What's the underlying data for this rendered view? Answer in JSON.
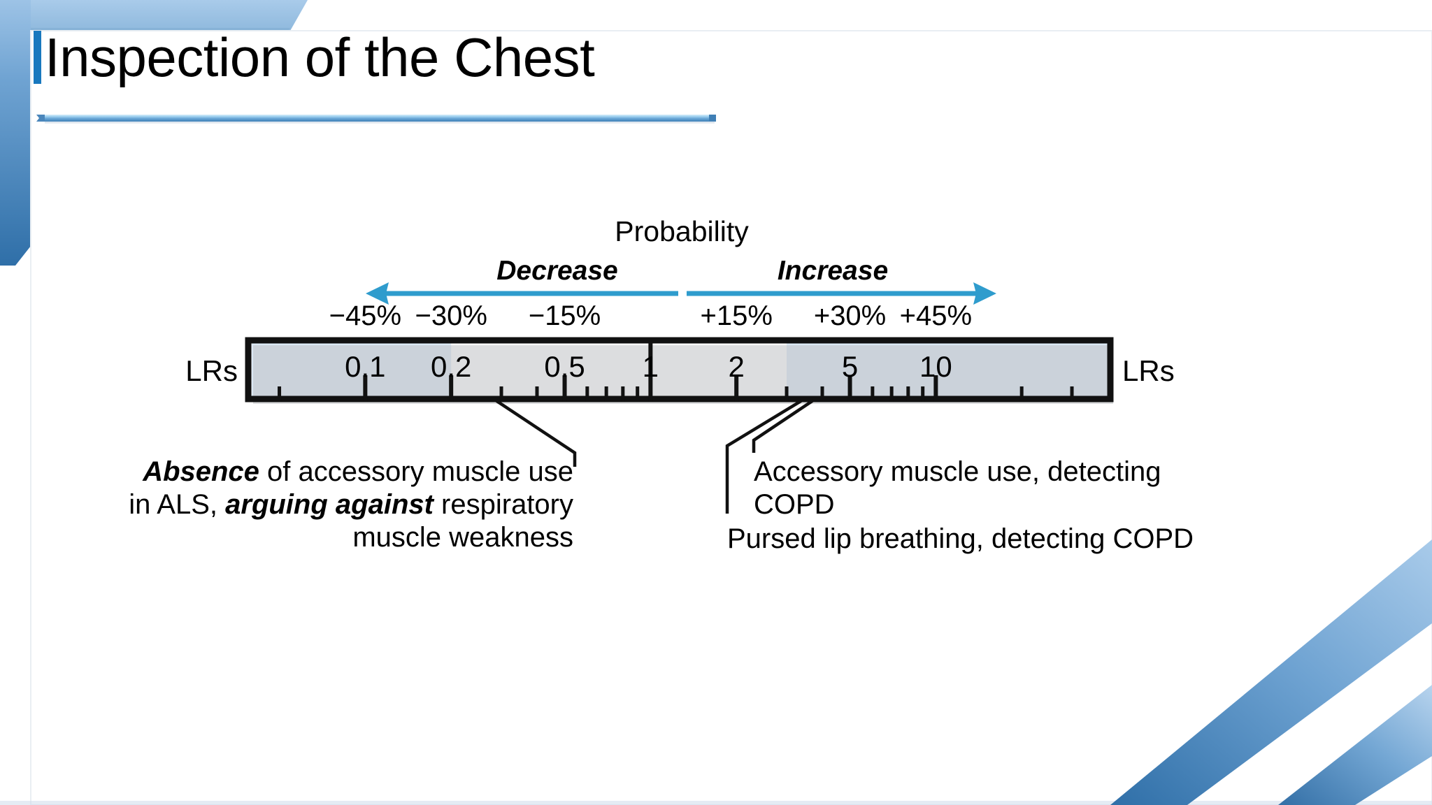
{
  "slide": {
    "title": "Inspection of the Chest",
    "title_accent_color": "#1878be",
    "background_color": "#ffffff",
    "decoration": {
      "frame_band_color_light": "#9dc3e6",
      "frame_band_color_dark": "#2e75b6",
      "corner_stripe_color": "#5b9bd5",
      "rule_color_light": "#bfe0f5",
      "rule_color_dark": "#2e75b6"
    }
  },
  "chart_data": {
    "type": "scatter",
    "title": "Probability",
    "subtitle": "",
    "xlabel": "LRs",
    "ylabel": "",
    "axis_left_label": "LRs",
    "axis_right_label": "LRs",
    "direction_labels": {
      "left": "Decrease",
      "right": "Increase"
    },
    "probability_ticks": [
      "−45%",
      "−30%",
      "−15%",
      "+15%",
      "+30%",
      "+45%"
    ],
    "probability_tick_lrs": [
      0.1,
      0.2,
      0.5,
      2,
      5,
      10
    ],
    "lr_major_labels": [
      "0.1",
      "0.2",
      "0.5",
      "1",
      "2",
      "5",
      "10"
    ],
    "lr_major_values": [
      0.1,
      0.2,
      0.5,
      1,
      2,
      5,
      10
    ],
    "lr_minor_values": [
      0.05,
      0.3,
      0.4,
      0.6,
      0.7,
      0.8,
      0.9,
      3,
      4,
      6,
      7,
      8,
      9,
      20,
      30
    ],
    "xlim": [
      0.04,
      40
    ],
    "scale": "log",
    "grid": false,
    "legend": false,
    "shaded_bands": [
      {
        "name": "decrease-significant",
        "from": 0.04,
        "to": 0.2,
        "color": "#dce9f5"
      },
      {
        "name": "increase-significant",
        "from": 3,
        "to": 40,
        "color": "#dce9f5"
      }
    ],
    "annotations": [
      {
        "id": "absence-accessory-muscle",
        "lr_value": 0.2,
        "side": "left",
        "lines": [
          [
            {
              "text": "Absence",
              "italic": true
            },
            {
              "text": " of accessory muscle use",
              "italic": false
            }
          ],
          [
            {
              "text": "in ALS, ",
              "italic": false
            },
            {
              "text": "arguing against",
              "italic": true
            },
            {
              "text": " respiratory",
              "italic": false
            }
          ],
          [
            {
              "text": "muscle weakness",
              "italic": false
            }
          ]
        ],
        "align": "right"
      },
      {
        "id": "accessory-muscle-use-copd",
        "lr_value": 3.0,
        "side": "right",
        "lines": [
          [
            {
              "text": "Accessory muscle use, detecting",
              "italic": false
            }
          ],
          [
            {
              "text": "COPD",
              "italic": false
            }
          ]
        ],
        "align": "left"
      },
      {
        "id": "pursed-lip-breathing-copd",
        "lr_value": 2.7,
        "side": "right",
        "lines": [
          [
            {
              "text": "Pursed lip breathing, detecting COPD",
              "italic": false
            }
          ]
        ],
        "align": "left"
      }
    ],
    "arrow_color": "#2f9ccd",
    "box_border_color": "#000000",
    "box_fill_color": "#ffffff"
  }
}
